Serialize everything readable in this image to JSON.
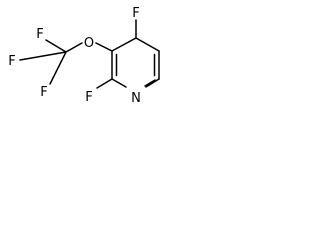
{
  "structure": {
    "atoms": {
      "f_top": "F",
      "f_left_top": "F",
      "f_left_mid": "F",
      "f_left_bottom": "F",
      "oxygen": "O",
      "f_bottom": "F",
      "nitrogen": "N"
    }
  },
  "colors": {
    "bond": "#000000",
    "text": "#000000",
    "background": "#ffffff"
  }
}
